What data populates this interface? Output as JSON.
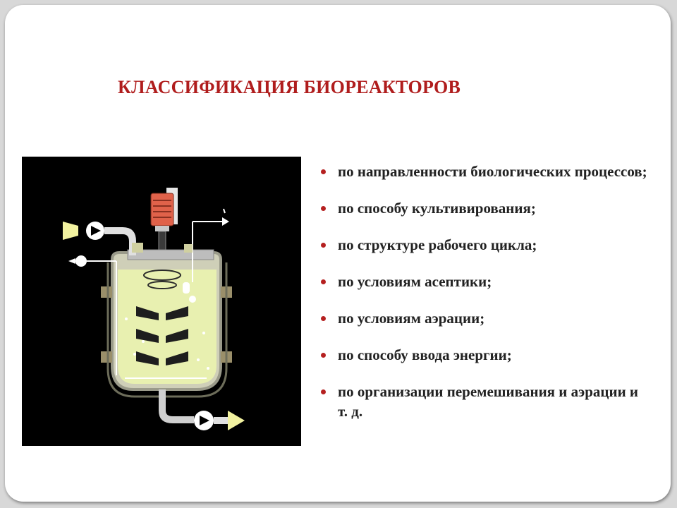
{
  "slide": {
    "title": "КЛАССИФИКАЦИЯ БИОРЕАКТОРОВ",
    "accent_color": "#b01d1d",
    "bullet_color": "#b52020",
    "bullets": [
      "по направленности биологических процессов;",
      "по способу культивирования;",
      "по структуре рабочего цикла;",
      "по условиям асептики;",
      "по условиям аэрации;",
      "по способу ввода энергии;",
      "по организации перемешивания и аэрации и т. д."
    ]
  },
  "diagram": {
    "subject": "bioreactor-schematic",
    "background_color": "#000000",
    "liquid_color": "#e8f0b0",
    "motor_color": "#e0624a"
  }
}
